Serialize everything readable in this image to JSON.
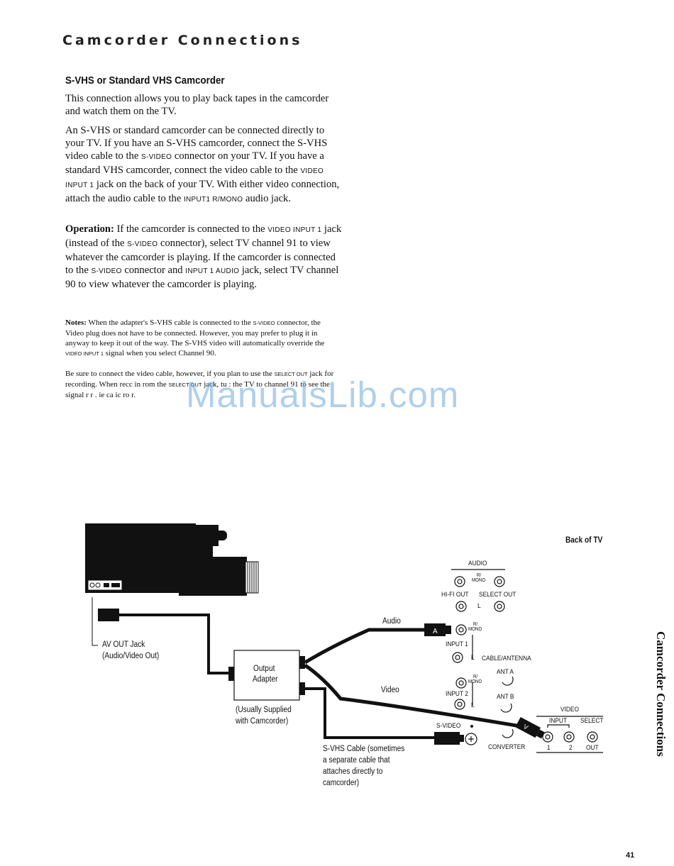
{
  "header": {
    "title": "Camcorder Connections"
  },
  "section": {
    "heading": "S-VHS or Standard VHS Camcorder",
    "para1": "This connection allows you to play back tapes in the camcorder and watch them on the TV.",
    "para2": {
      "t1": "An S-VHS or standard camcorder can be connected directly to your TV.  If you have an S-VHS camcorder, connect the S-VHS video cable to the ",
      "sc1": "S-VIDEO",
      "t2": " connector on your TV.  If you have a standard VHS camcorder, connect the video cable to the ",
      "sc2": "VIDEO INPUT 1",
      "t3": " jack on the back of your TV.  With either video connection, attach the audio cable to the ",
      "sc3": "INPUT1 R/MONO",
      "t4": " audio jack."
    },
    "para3": {
      "label": "Operation:",
      "t1": "  If the camcorder is connected to the ",
      "sc1": "VIDEO INPUT 1",
      "t2": " jack (instead of the ",
      "sc2": "S-VIDEO",
      "t3": " connector), select TV channel 91 to view whatever the camcorder is playing.  If the camcorder is connected to the ",
      "sc3": "S-VIDEO",
      "t4": " connector and ",
      "sc4": "INPUT 1 AUDIO",
      "t5": " jack, select TV channel 90 to view whatever the camcorder is playing."
    },
    "notes1": {
      "label": "Notes:",
      "t1": " When the adapter's S-VHS cable is connected to the ",
      "sc1": "S-VIDEO",
      "t2": " connector, the Video plug does not have to be connected.  However, you may prefer to plug it in anyway to keep it out of the way.  The S-VHS video will automatically override the ",
      "sc2": "VIDEO INPUT 1",
      "t3": " signal when you select Channel 90."
    },
    "notes2": {
      "t1": "Be sure to connect the video cable, however, if you plan to use the ",
      "sc1": "SELECT OUT",
      "t2": " jack for recording.  When recc  in  rom the ",
      "sc2": "SELECT OUT",
      "t3": " jack, tu  : the TV to channel 91 to see the signal  r r .  ie ca  ic  ro  r."
    }
  },
  "watermark": "ManualsLib.com",
  "diagram": {
    "back_of_tv": "Back of TV",
    "av_out_jack": "AV OUT Jack",
    "av_out_sub": "(Audio/Video Out)",
    "output_adapter_1": "Output",
    "output_adapter_2": "Adapter",
    "usually_1": "(Usually Supplied",
    "usually_2": "with Camcorder)",
    "svhs_cable_1": "S-VHS Cable (sometimes",
    "svhs_cable_2": "a separate cable that",
    "svhs_cable_3": "attaches directly to",
    "svhs_cable_4": "camcorder)",
    "audio_label": "Audio",
    "video_label": "Video",
    "plug_a": "A",
    "plug_v": "V",
    "jacks": {
      "audio": "AUDIO",
      "r_mono_1": "R/",
      "r_mono_2": "MONO",
      "hifi_out": "HI-FI  OUT",
      "select_out": "SELECT OUT",
      "l": "L",
      "input1": "INPUT 1",
      "cable_antenna": "CABLE/ANTENNA",
      "ant_a": "ANT A",
      "ant_b": "ANT B",
      "input2": "INPUT 2",
      "s_video": "S-VIDEO",
      "converter": "CONVERTER",
      "video": "VIDEO",
      "input": "INPUT",
      "select": "SELECT",
      "n1": "1",
      "n2": "2",
      "out": "OUT"
    }
  },
  "side_label": "Camcorder Connections",
  "page_number": "41"
}
